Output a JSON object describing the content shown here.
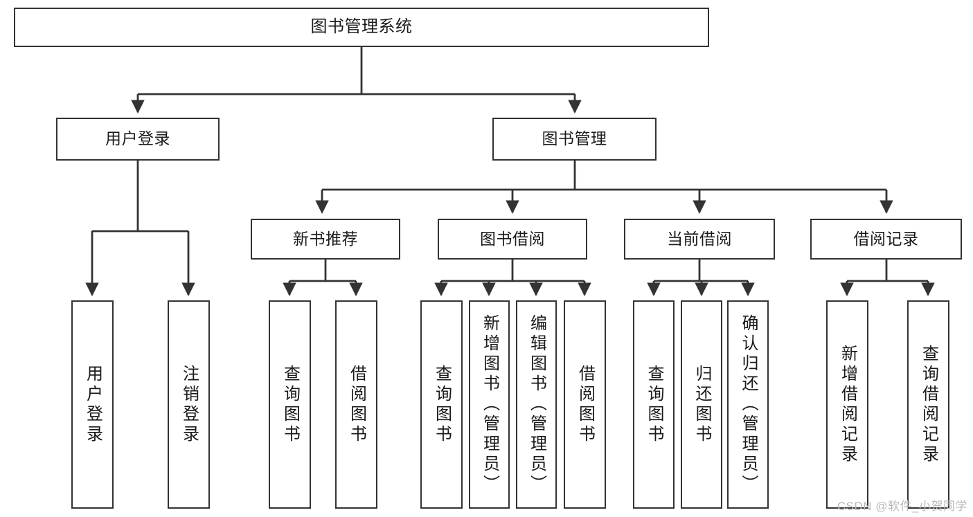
{
  "diagram": {
    "title": "图书管理系统",
    "type": "tree-hierarchy",
    "orientation": "top-down",
    "colors": {
      "node_border": "#333333",
      "node_fill": "#ffffff",
      "edge": "#333333",
      "text": "#1a1a1a",
      "watermark": "#b9b9b9",
      "background": "#ffffff"
    },
    "watermark": "CSDN @软件_小贺同学"
  },
  "nodes": {
    "root": {
      "label": "图书管理系统",
      "level": 1
    },
    "l2": [
      {
        "id": "user-login",
        "label": "用户登录",
        "level": 2
      },
      {
        "id": "book-manage",
        "label": "图书管理",
        "level": 2
      }
    ],
    "l3": [
      {
        "id": "new-book-recommend",
        "label": "新书推荐",
        "level": 3
      },
      {
        "id": "book-borrow",
        "label": "图书借阅",
        "level": 3
      },
      {
        "id": "current-borrow",
        "label": "当前借阅",
        "level": 3
      },
      {
        "id": "borrow-record",
        "label": "借阅记录",
        "level": 3
      }
    ],
    "leaves": [
      {
        "id": "leaf-user-login",
        "label": "用户登录",
        "parent": "user-login"
      },
      {
        "id": "leaf-user-logout",
        "label": "注销登录",
        "parent": "user-login"
      },
      {
        "id": "leaf-query-book-1",
        "label": "查询图书",
        "parent": "new-book-recommend"
      },
      {
        "id": "leaf-borrow-book-1",
        "label": "借阅图书",
        "parent": "new-book-recommend"
      },
      {
        "id": "leaf-query-book-2",
        "label": "查询图书",
        "parent": "book-borrow"
      },
      {
        "id": "leaf-add-book",
        "label": "新增图书（管理员）",
        "parent": "book-borrow"
      },
      {
        "id": "leaf-edit-book",
        "label": "编辑图书（管理员）",
        "parent": "book-borrow"
      },
      {
        "id": "leaf-borrow-book-2",
        "label": "借阅图书",
        "parent": "book-borrow"
      },
      {
        "id": "leaf-query-book-3",
        "label": "查询图书",
        "parent": "current-borrow"
      },
      {
        "id": "leaf-return-book",
        "label": "归还图书",
        "parent": "current-borrow"
      },
      {
        "id": "leaf-confirm-return",
        "label": "确认归还（管理员）",
        "parent": "current-borrow"
      },
      {
        "id": "leaf-add-record",
        "label": "新增借阅记录",
        "parent": "borrow-record"
      },
      {
        "id": "leaf-query-record",
        "label": "查询借阅记录",
        "parent": "borrow-record"
      }
    ]
  }
}
